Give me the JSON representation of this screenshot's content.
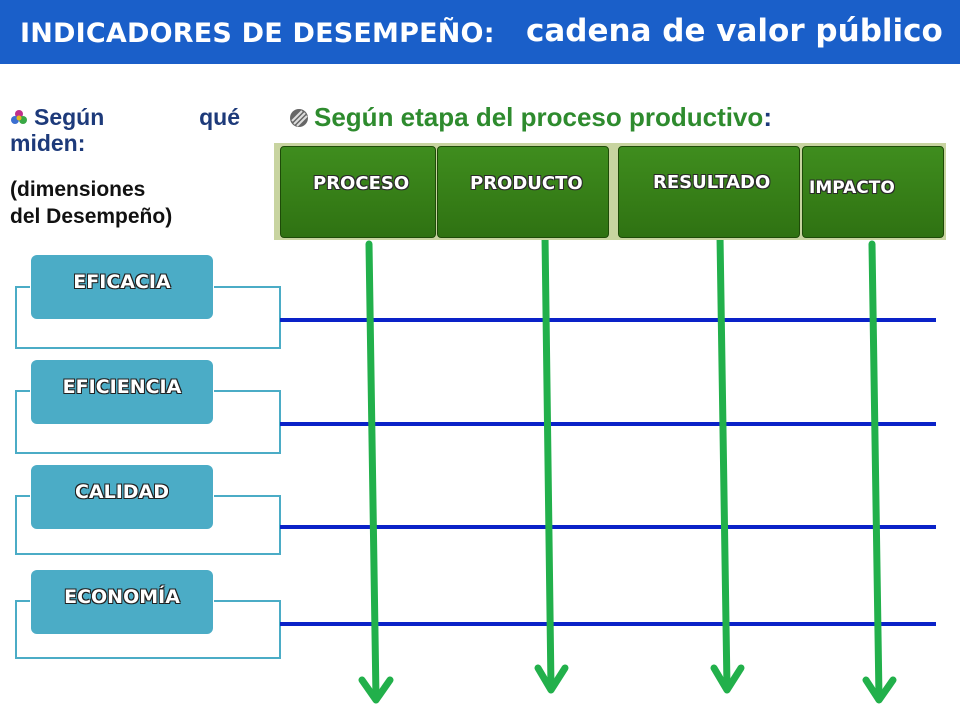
{
  "title": {
    "part1": "INDICADORES DE DESEMPEÑO:",
    "part2": "cadena de valor público"
  },
  "left": {
    "heading_word1": "Según",
    "heading_word2": "qué",
    "heading_line2": "miden:",
    "sub_line1": "(dimensiones",
    "sub_line2": "del Desempeño)",
    "dimensions": [
      "EFICACIA",
      "EFICIENCIA",
      "CALIDAD",
      "ECONOMÍA"
    ]
  },
  "right": {
    "heading": "Según etapa del proceso productivo",
    "colon": ":",
    "stages": [
      "PROCESO",
      "PRODUCTO",
      "RESULTADO",
      "IMPACTO"
    ]
  },
  "colors": {
    "title_bg": "#1a5fc9",
    "dimension_box": "#4bacc6",
    "stage_green": "#2f7212",
    "arrow_green": "#22b04b",
    "row_line_blue": "#0a22c8"
  }
}
